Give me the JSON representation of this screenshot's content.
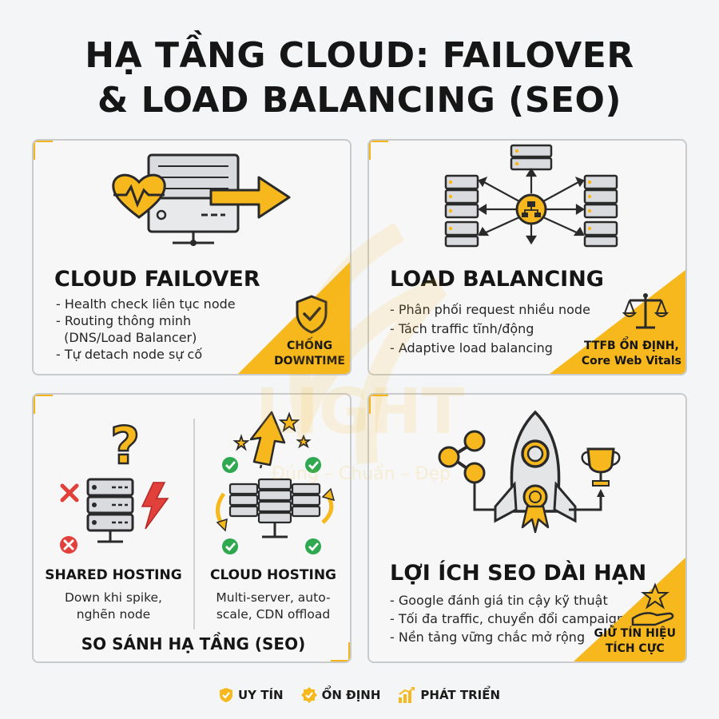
{
  "title": {
    "line1": "HẠ TẦNG CLOUD: FAILOVER",
    "line2": "& LOAD BALANCING (SEO)"
  },
  "failover": {
    "title": "CLOUD FAILOVER",
    "bullets": [
      "Health check liên tục node",
      "Routing thông minh",
      "(DNS/Load Balancer)",
      "Tự detach node sự cố"
    ],
    "badge": {
      "line1": "CHỐNG",
      "line2": "DOWNTIME"
    }
  },
  "load_balancing": {
    "title": "LOAD BALANCING",
    "bullets": [
      "Phân phối request nhiều node",
      "Tách traffic tĩnh/động",
      "Adaptive load balancing"
    ],
    "badge": {
      "line1": "TTFB ỔN ĐỊNH,",
      "line2": "Core Web Vitals"
    }
  },
  "comparison": {
    "shared": {
      "title": "SHARED HOSTING",
      "desc_line1": "Down khi spike,",
      "desc_line2": "nghẽn node"
    },
    "cloud": {
      "title": "CLOUD HOSTING",
      "desc_line1": "Multi-server, auto-",
      "desc_line2": "scale, CDN offload"
    },
    "title": "SO SÁNH HẠ TẦNG (SEO)"
  },
  "seo_benefits": {
    "title": "LỢI ÍCH SEO DÀI HẠN",
    "bullets": [
      "Google đánh giá tin cậy kỹ thuật",
      "Tối đa traffic, chuyển đổi campaign",
      "Nền tảng vững chắc mở rộng"
    ],
    "badge": {
      "line1": "GIỮ TÍN HIỆU",
      "line2": "TÍCH CỰC"
    }
  },
  "watermark": {
    "text": "LIGHT",
    "tagline": "Đúng – Chuẩn – Đẹp"
  },
  "footer": [
    {
      "label": "UY TÍN",
      "icon": "shield-check-icon"
    },
    {
      "label": "ỔN ĐỊNH",
      "icon": "badge-check-icon"
    },
    {
      "label": "PHÁT TRIỂN",
      "icon": "growth-bars-icon"
    }
  ],
  "colors": {
    "accent": "#f6b81c",
    "icon_stroke": "#2a2a2a",
    "server_fill": "#d9dbde",
    "success": "#2fa84f",
    "error": "#e2403a",
    "background": "#f4f5f6"
  }
}
